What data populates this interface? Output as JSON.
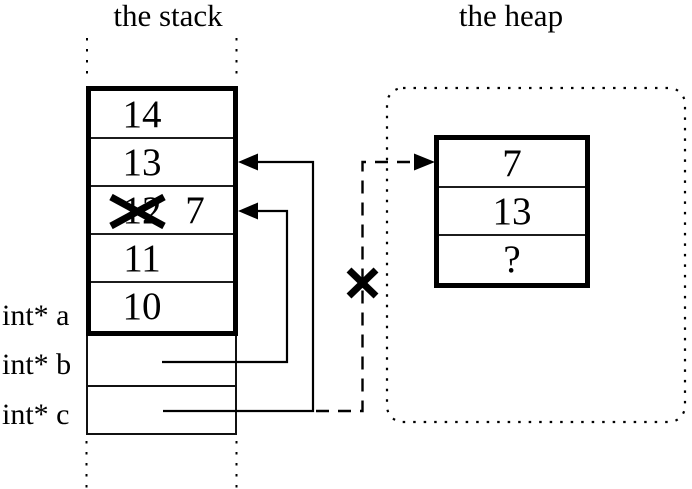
{
  "titles": {
    "stack": "the stack",
    "heap": "the heap"
  },
  "stack": {
    "cells": [
      {
        "value": "14"
      },
      {
        "value": "13"
      },
      {
        "old_value": "12",
        "new_value": "7",
        "crossed_out": true
      },
      {
        "value": "11"
      },
      {
        "value": "10"
      }
    ],
    "pointer_labels": [
      {
        "label": "int* a"
      },
      {
        "label": "int* b"
      },
      {
        "label": "int* c"
      }
    ]
  },
  "heap": {
    "cells": [
      {
        "value": "7"
      },
      {
        "value": "13"
      },
      {
        "value": "?"
      }
    ]
  },
  "relations": {
    "b_arrow": "solid arrow from int* b row into stack cell where 12 is crossed out and replaced by 7",
    "c_solid_arrow": "solid arrow from int* c row into stack cell containing 13",
    "c_dashed_arrow": "dashed arrow branching from int* c line to the heap block, crossed out with an X (invalid pointer)"
  },
  "colors": {
    "ink": "#000000",
    "background": "#ffffff"
  }
}
